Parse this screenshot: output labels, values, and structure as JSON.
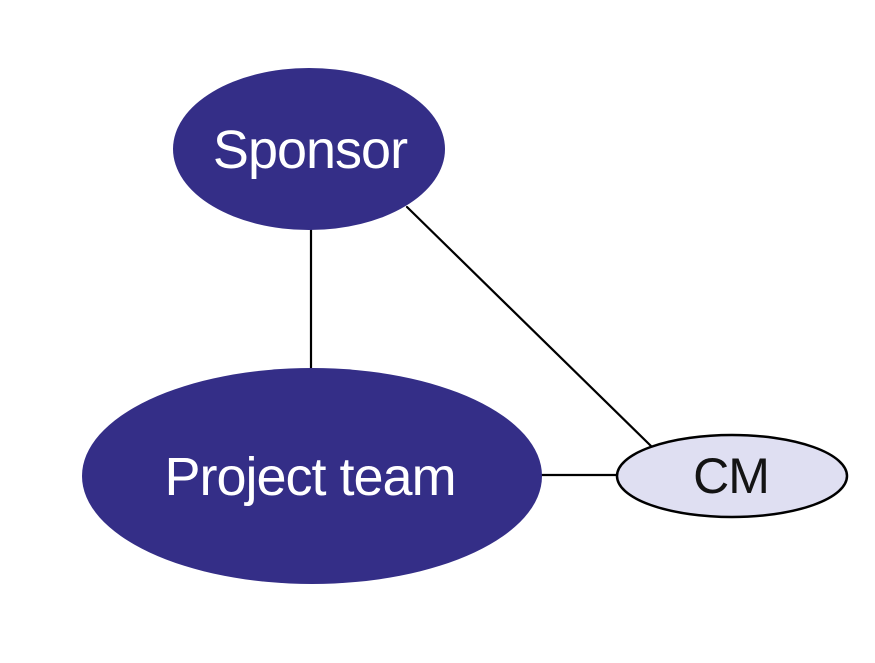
{
  "diagram": {
    "background_color": "#ffffff",
    "edge_color": "#000000",
    "nodes": [
      {
        "id": "sponsor",
        "label": "Sponsor",
        "shape": "ellipse",
        "fill": "#342E87",
        "text_color": "#ffffff"
      },
      {
        "id": "project-team",
        "label": "Project team",
        "shape": "ellipse",
        "fill": "#342E87",
        "text_color": "#ffffff"
      },
      {
        "id": "cm",
        "label": "CM",
        "shape": "ellipse",
        "fill": "#DFDFF2",
        "text_color": "#141414",
        "stroke": "#000000"
      }
    ],
    "edges": [
      {
        "from": "Sponsor",
        "to": "Project team"
      },
      {
        "from": "Sponsor",
        "to": "CM"
      },
      {
        "from": "Project team",
        "to": "CM"
      }
    ]
  }
}
